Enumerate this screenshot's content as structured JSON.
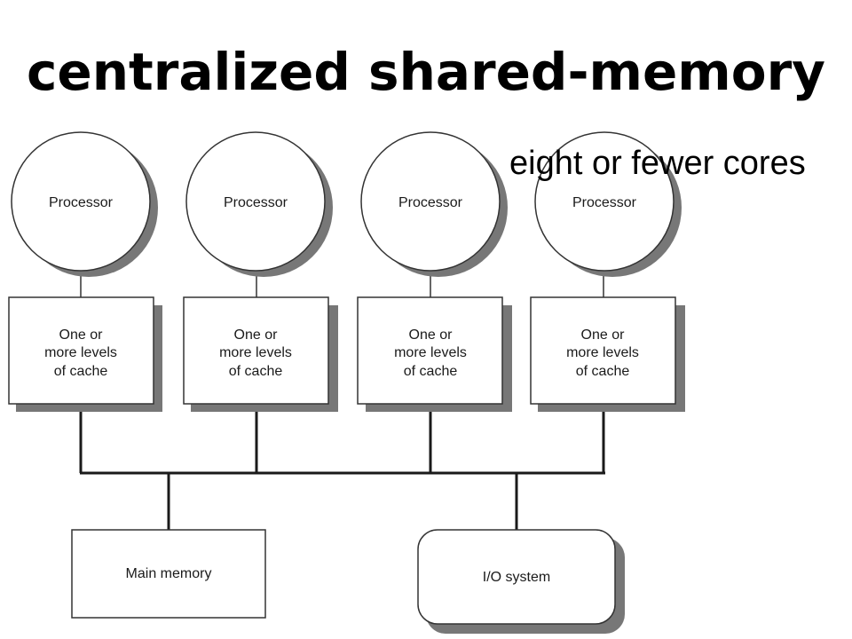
{
  "slide": {
    "title": "centralized shared-memory",
    "subtitle": "eight or fewer cores"
  },
  "diagram": {
    "processors": [
      {
        "label": "Processor",
        "cache_lines": [
          "One or",
          "more levels",
          "of cache"
        ]
      },
      {
        "label": "Processor",
        "cache_lines": [
          "One or",
          "more levels",
          "of cache"
        ]
      },
      {
        "label": "Processor",
        "cache_lines": [
          "One or",
          "more levels",
          "of cache"
        ]
      },
      {
        "label": "Processor",
        "cache_lines": [
          "One or",
          "more levels",
          "of cache"
        ]
      }
    ],
    "main_memory": "Main memory",
    "io_system": "I/O system"
  }
}
